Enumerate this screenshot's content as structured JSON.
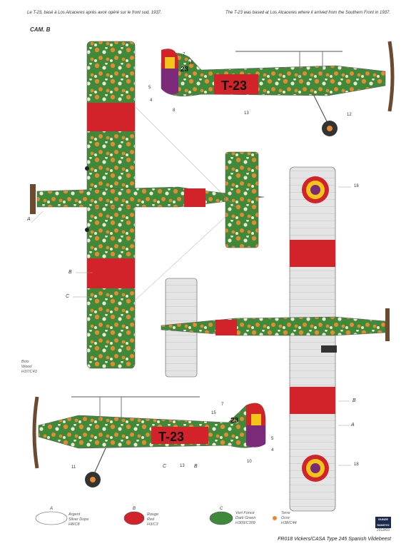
{
  "captions": {
    "left": "Le T-23, basé à Los Alcaceres après avoir opéré sur le front sud, 1937.",
    "right": "The T-23 was based at Los Alcaceres where it arrived from the Southern Front in 1937."
  },
  "camo_label": "CAM. B",
  "markings": {
    "code": "T-23",
    "fin_code": "23"
  },
  "callouts": {
    "letters": [
      "A",
      "B",
      "C"
    ],
    "numbers": [
      "4",
      "5",
      "7",
      "8",
      "10",
      "11",
      "12",
      "13",
      "15",
      "18"
    ]
  },
  "prop_note": [
    "Bois",
    "Wood",
    "H37/C43"
  ],
  "legend": [
    {
      "key": "A",
      "lines": [
        "Argent",
        "Silver Dope",
        "H8/C8"
      ]
    },
    {
      "key": "B",
      "lines": [
        "Rouge",
        "Red",
        "H3/C3"
      ]
    },
    {
      "key": "C",
      "lines": [
        "Vert Foncé",
        "Dark Green",
        "H309/C309"
      ]
    },
    {
      "key": "plus",
      "lines": [
        "Terre",
        "Ocre",
        "H38/C44"
      ]
    }
  ],
  "footer": "FR018 Vickers/CASA Type 245 Spanish Vildebeest",
  "code": "2012/03",
  "badge": [
    "GUNZE",
    "SANGYO"
  ],
  "colors": {
    "green": "#3f8a3a",
    "orange": "#e68a2e",
    "cream": "#eee9d2",
    "red": "#d2232a",
    "silver": "#e4e4e4",
    "purple": "#7a2a78",
    "yellow": "#f2c618"
  }
}
